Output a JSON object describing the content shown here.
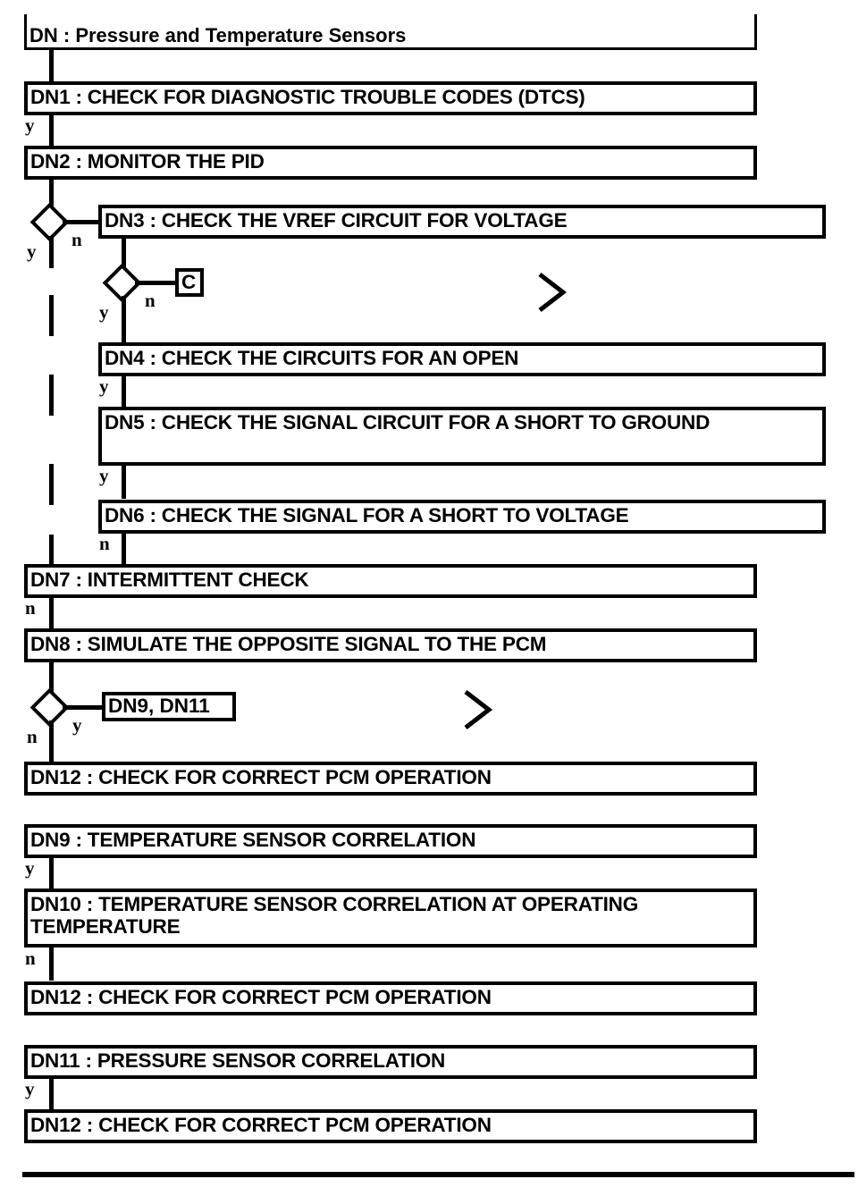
{
  "document": {
    "title": "DN : Pressure and Temperature Sensors",
    "type": "diagnostic-flowchart"
  },
  "title_box": {
    "label": "DN : Pressure and Temperature Sensors"
  },
  "steps": [
    {
      "id": "DN1",
      "label": "DN1 : CHECK FOR DIAGNOSTIC TROUBLE CODES (DTCS)"
    },
    {
      "id": "DN2",
      "label": "DN2 : MONITOR THE PID"
    },
    {
      "id": "DN3",
      "label": "DN3 : CHECK THE VREF CIRCUIT FOR VOLTAGE"
    },
    {
      "id": "DN4",
      "label": "DN4 : CHECK THE CIRCUITS FOR AN OPEN"
    },
    {
      "id": "DN5",
      "label": "DN5 : CHECK THE SIGNAL CIRCUIT FOR A SHORT TO GROUND"
    },
    {
      "id": "DN6",
      "label": "DN6 : CHECK THE SIGNAL FOR A SHORT TO VOLTAGE"
    },
    {
      "id": "DN7",
      "label": "DN7 : INTERMITTENT CHECK"
    },
    {
      "id": "DN8",
      "label": "DN8 : SIMULATE THE OPPOSITE SIGNAL TO THE PCM"
    },
    {
      "id": "DN12a",
      "label": "DN12 : CHECK FOR CORRECT PCM OPERATION"
    },
    {
      "id": "DN9",
      "label": "DN9 : TEMPERATURE SENSOR CORRELATION"
    },
    {
      "id": "DN10",
      "label": "DN10 : TEMPERATURE SENSOR CORRELATION AT OPERATING TEMPERATURE"
    },
    {
      "id": "DN12b",
      "label": "DN12 : CHECK FOR CORRECT PCM OPERATION"
    },
    {
      "id": "DN11",
      "label": "DN11 : PRESSURE SENSOR CORRELATION"
    },
    {
      "id": "DN12c",
      "label": "DN12 : CHECK FOR CORRECT PCM OPERATION"
    }
  ],
  "tags": [
    {
      "id": "C",
      "label": "C"
    },
    {
      "id": "DN9-DN11",
      "label": "DN9, DN11"
    }
  ],
  "branch_labels": {
    "dn1_yes": "y",
    "decision1_yes": "y",
    "decision1_no": "n",
    "decision2_yes": "y",
    "decision2_no": "n",
    "dn4_yes": "y",
    "dn5_yes": "y",
    "dn6_no": "n",
    "dn7_no": "n",
    "decision3_yes": "y",
    "decision3_no": "n",
    "dn9_yes": "y",
    "dn10_no": "n",
    "dn11_yes": "y"
  },
  "colors": {
    "ink": "#000000",
    "paper": "#ffffff"
  }
}
